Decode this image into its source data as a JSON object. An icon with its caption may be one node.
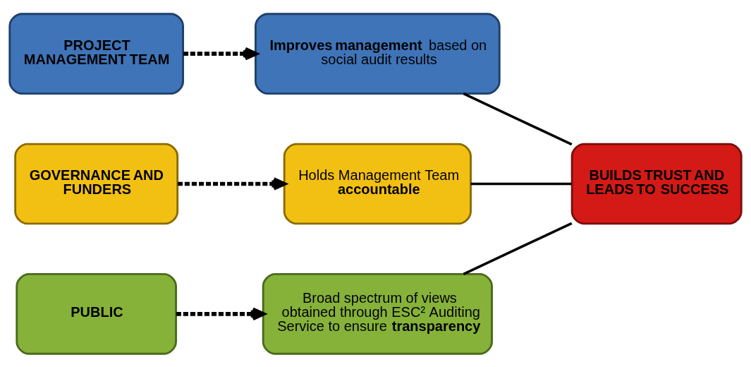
{
  "diagram": {
    "nodes": [
      {
        "text": [
          "PROJECT MANAGEMENT TEAM"
        ]
      },
      {
        "text": [
          "**Improves management** based on social audit results"
        ]
      },
      {
        "text": [
          "GOVERNANCE AND FUNDERS"
        ]
      },
      {
        "text": [
          "Holds Management Team **accountable**"
        ]
      },
      {
        "text": [
          "PUBLIC"
        ]
      },
      {
        "text": [
          "Broad spectrum of views obtained through ESC² Auditing Service to ensure **transparency**"
        ]
      },
      {
        "text": [
          "BUILDS TRUST AND LEADS TO SUCCESS"
        ]
      }
    ],
    "edges": [
      {
        "from": 0,
        "to": 1,
        "arrow": "to",
        "style": "dashed"
      },
      {
        "from": 2,
        "to": 3,
        "arrow": "to",
        "style": "dashed"
      },
      {
        "from": 4,
        "to": 5,
        "arrow": "to",
        "style": "dashed"
      },
      {
        "from": 1,
        "to": 6,
        "arrow": "none"
      },
      {
        "from": 3,
        "to": 6,
        "arrow": "none"
      },
      {
        "from": 5,
        "to": 6,
        "arrow": "none"
      }
    ]
  }
}
